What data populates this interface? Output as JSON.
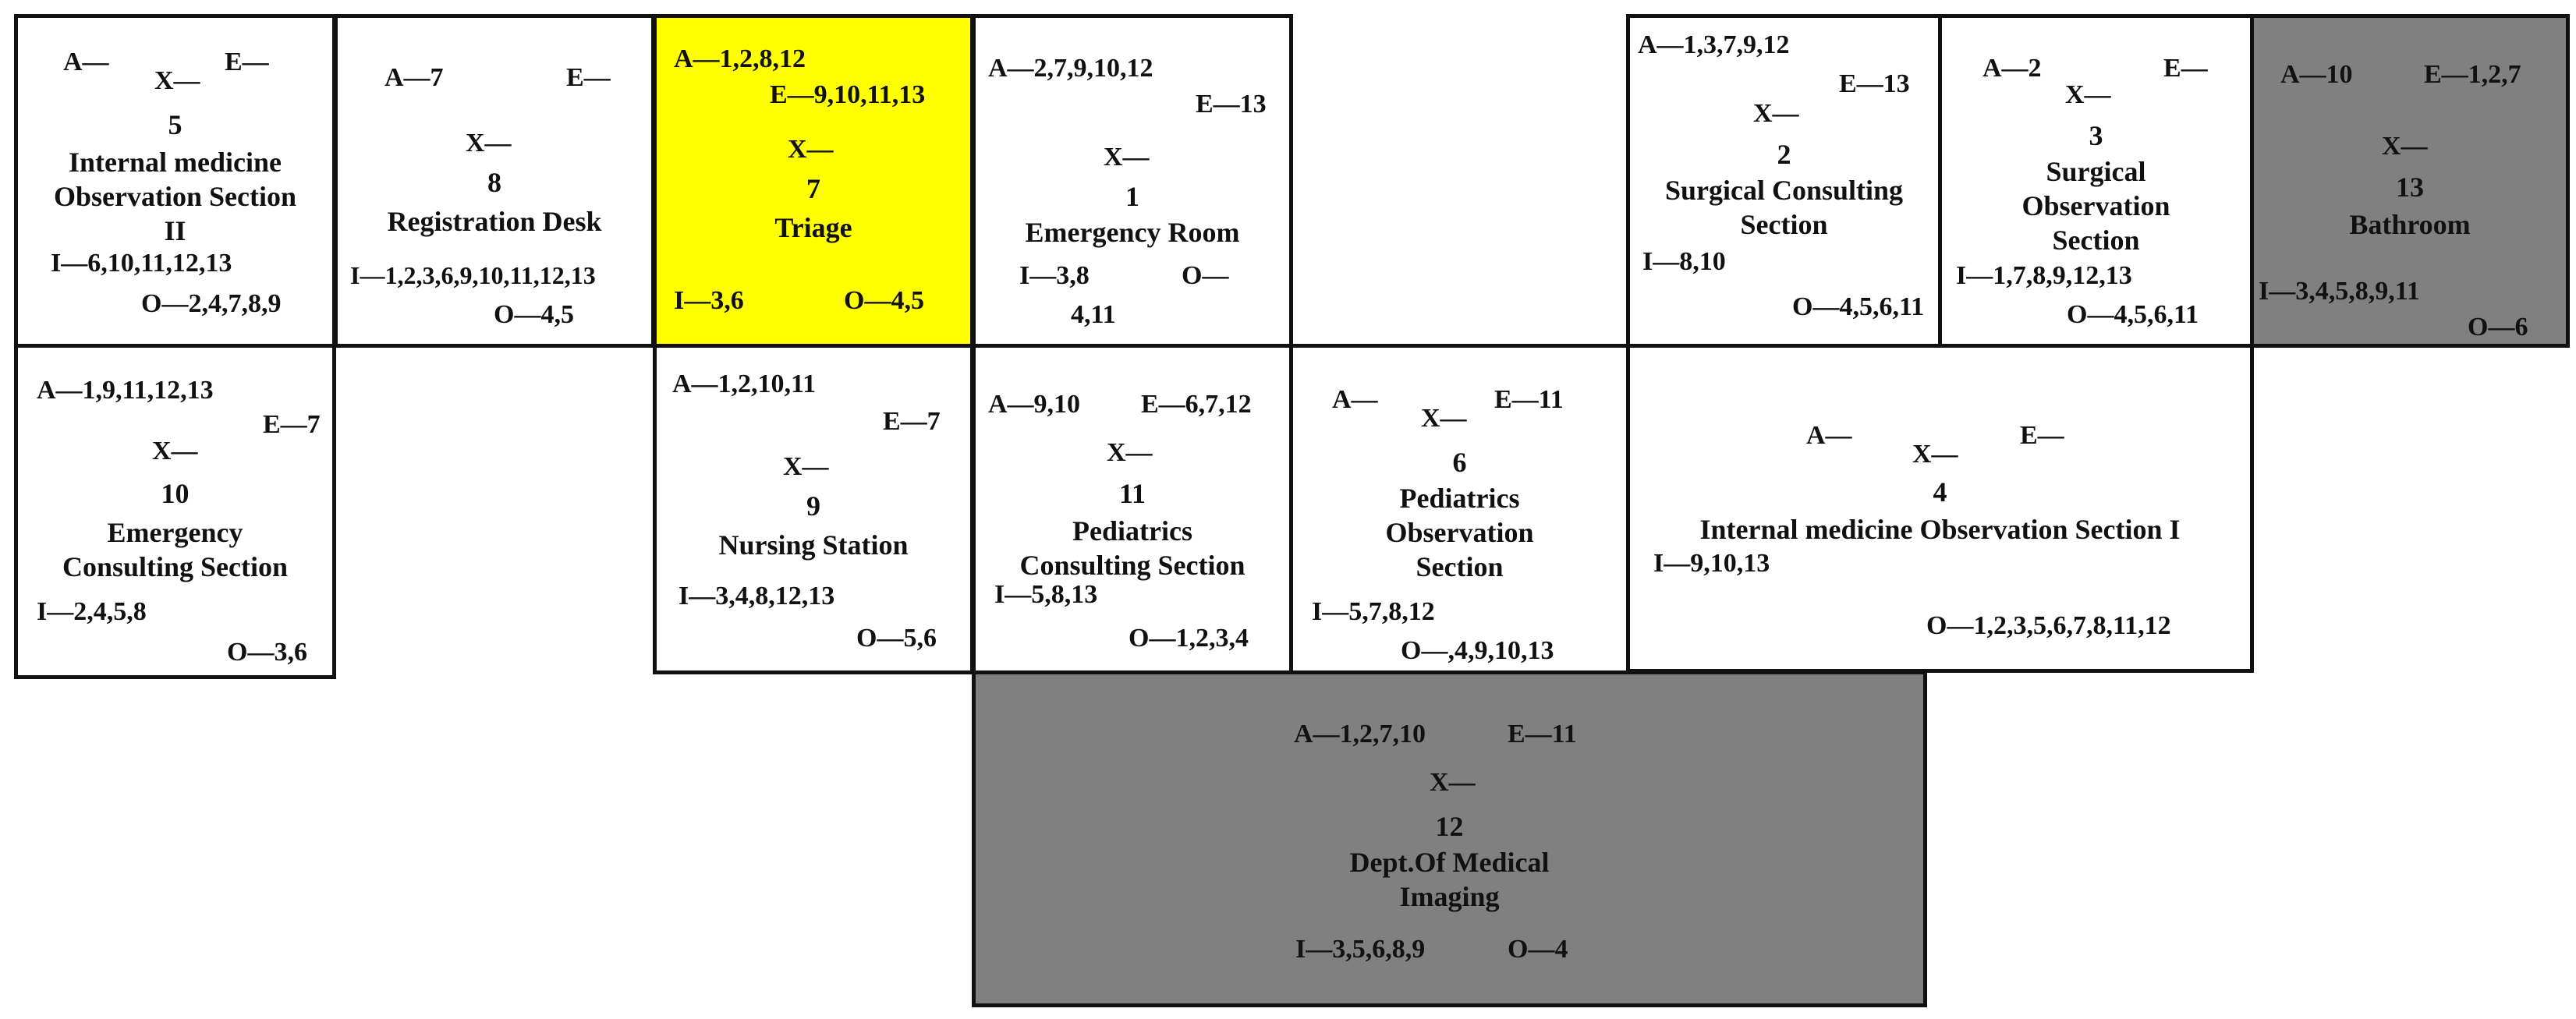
{
  "colors": {
    "highlight": "#ffff00",
    "shaded": "#808080",
    "plain": "#ffffff",
    "border": "#111111"
  },
  "rooms": {
    "r5": {
      "a": "A—",
      "e": "E—",
      "x": "X—",
      "num": "5",
      "name": "Internal medicine Observation Section II",
      "i": "I—6,10,11,12,13",
      "o": "O—2,4,7,8,9"
    },
    "r8": {
      "a": "A—7",
      "e": "E—",
      "x": "X—",
      "num": "8",
      "name": "Registration Desk",
      "i": "I—1,2,3,6,9,10,11,12,13",
      "o": "O—4,5"
    },
    "r7": {
      "a": "A—1,2,8,12",
      "e": "E—9,10,11,13",
      "x": "X—",
      "num": "7",
      "name": "Triage",
      "i": "I—3,6",
      "o": "O—4,5"
    },
    "r1": {
      "a": "A—2,7,9,10,12",
      "e": "E—13",
      "x": "X—",
      "num": "1",
      "name": "Emergency Room",
      "i": "I—3,8",
      "o": "O—",
      "o2": "4,11"
    },
    "r2": {
      "a": "A—1,3,7,9,12",
      "e": "E—13",
      "x": "X—",
      "num": "2",
      "name": "Surgical Consulting Section",
      "i": "I—8,10",
      "o": "O—4,5,6,11"
    },
    "r3": {
      "a": "A—2",
      "e": "E—",
      "x": "X—",
      "num": "3",
      "name": "Surgical Observation Section",
      "i": "I—1,7,8,9,12,13",
      "o": "O—4,5,6,11"
    },
    "r13": {
      "a": "A—10",
      "e": "E—1,2,7",
      "x": "X—",
      "num": "13",
      "name": "Bathroom",
      "i": "I—3,4,5,8,9,11",
      "o": "O—6"
    },
    "r10": {
      "a": "A—1,9,11,12,13",
      "e": "E—7",
      "x": "X—",
      "num": "10",
      "name": "Emergency Consulting Section",
      "i": "I—2,4,5,8",
      "o": "O—3,6"
    },
    "r9": {
      "a": "A—1,2,10,11",
      "e": "E—7",
      "x": "X—",
      "num": "9",
      "name": "Nursing Station",
      "i": "I—3,4,8,12,13",
      "o": "O—5,6"
    },
    "r11": {
      "a": "A—9,10",
      "e": "E—6,7,12",
      "x": "X—",
      "num": "11",
      "name": "Pediatrics Consulting Section",
      "i": "I—5,8,13",
      "o": "O—1,2,3,4"
    },
    "r6": {
      "a": "A—",
      "e": "E—11",
      "x": "X—",
      "num": "6",
      "name": "Pediatrics Observation Section",
      "i": "I—5,7,8,12",
      "o": "O—,4,9,10,13"
    },
    "r4": {
      "a": "A—",
      "e": "E—",
      "x": "X—",
      "num": "4",
      "name": "Internal medicine Observation Section I",
      "i": "I—9,10,13",
      "o": "O—1,2,3,5,6,7,8,11,12"
    },
    "r12": {
      "a": "A—1,2,7,10",
      "e": "E—11",
      "x": "X—",
      "num": "12",
      "name": "Dept.Of Medical Imaging",
      "i": "I—3,5,6,8,9",
      "o": "O—4"
    }
  }
}
